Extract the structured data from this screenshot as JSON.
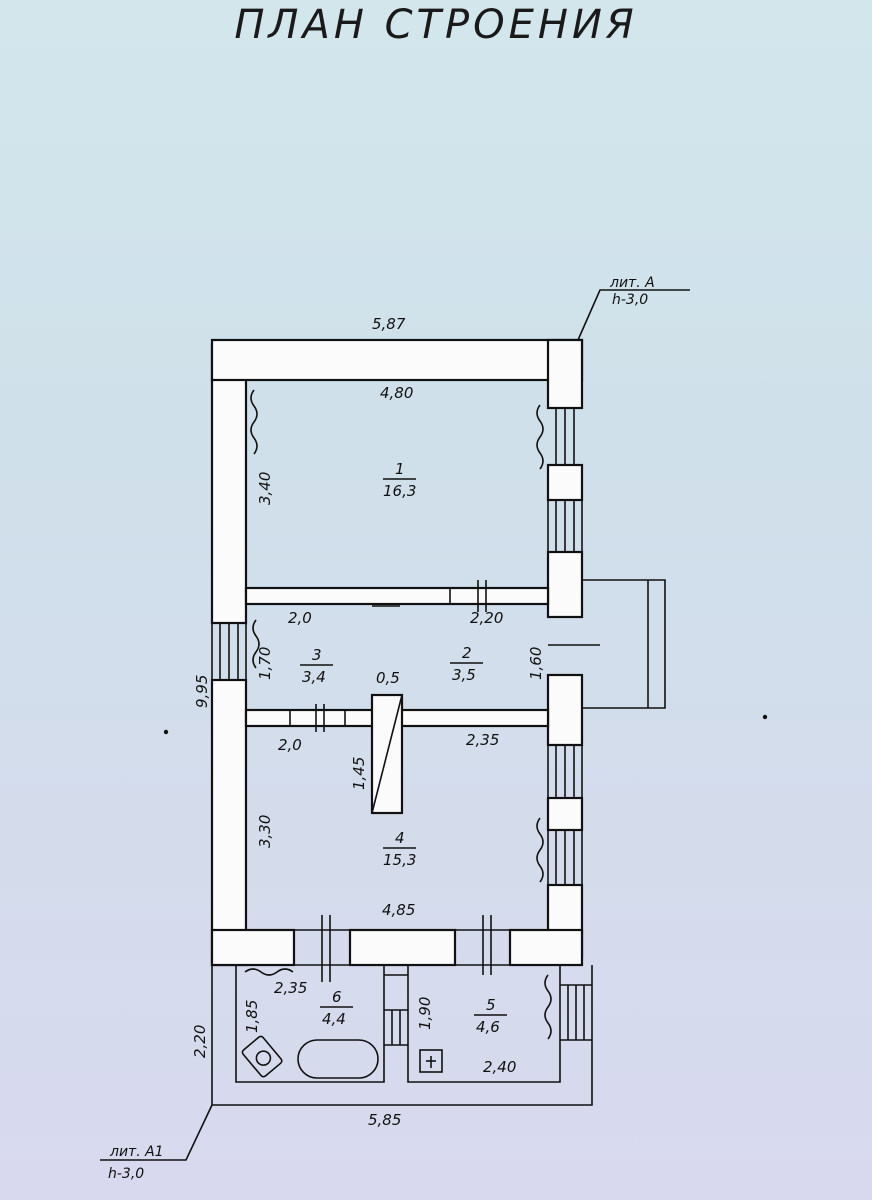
{
  "title": "ПЛАН СТРОЕНИЯ",
  "literal_a": {
    "name": "лит. А",
    "height": "h-3,0"
  },
  "literal_a1": {
    "name": "лит. А1",
    "height": "h-3,0"
  },
  "dimensions": {
    "outer_top": "5,87",
    "outer_left": "9,95",
    "outer_bottom": "5,85",
    "annex_left": "2,20",
    "room1_top": "4,80",
    "room1_side": "3,40",
    "room3_top": "2,0",
    "room2_top": "2,20",
    "room3_side": "1,70",
    "room2_side": "1,60",
    "stair_width": "0,5",
    "stair_length": "1,45",
    "room4_top_left": "2,0",
    "room4_top_right": "2,35",
    "room4_side": "3,30",
    "room4_bottom": "4,85",
    "room6_top": "2,35",
    "room6_side": "1,85",
    "room5_side": "1,90",
    "room5_bottom": "2,40"
  },
  "rooms": [
    {
      "number": "1",
      "area": "16,3"
    },
    {
      "number": "2",
      "area": "3,5"
    },
    {
      "number": "3",
      "area": "3,4"
    },
    {
      "number": "4",
      "area": "15,3"
    },
    {
      "number": "5",
      "area": "4,6"
    },
    {
      "number": "6",
      "area": "4,4"
    }
  ]
}
